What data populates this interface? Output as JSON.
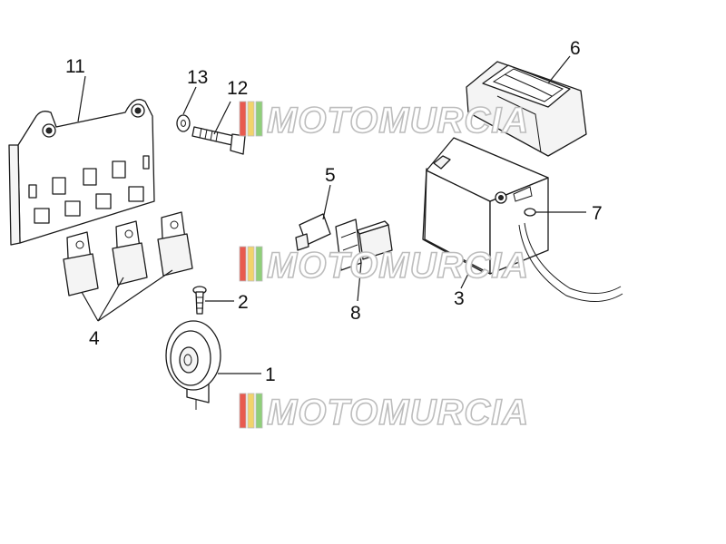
{
  "callouts": {
    "c1": "1",
    "c2": "2",
    "c3": "3",
    "c4": "4",
    "c5": "5",
    "c6": "6",
    "c7": "7",
    "c8": "8",
    "c11": "11",
    "c12": "12",
    "c13": "13"
  },
  "watermark": {
    "text": "MOTOMURCIA",
    "stripe_colors": [
      "#e85a4f",
      "#f2d36b",
      "#8fcf7a"
    ]
  },
  "icons": {
    "relay-plate": "relay-plate-icon",
    "relay": "relay-icon",
    "horn": "horn-icon",
    "bolt": "bolt-icon",
    "battery": "battery-icon",
    "battery-cover": "battery-cover-icon"
  }
}
